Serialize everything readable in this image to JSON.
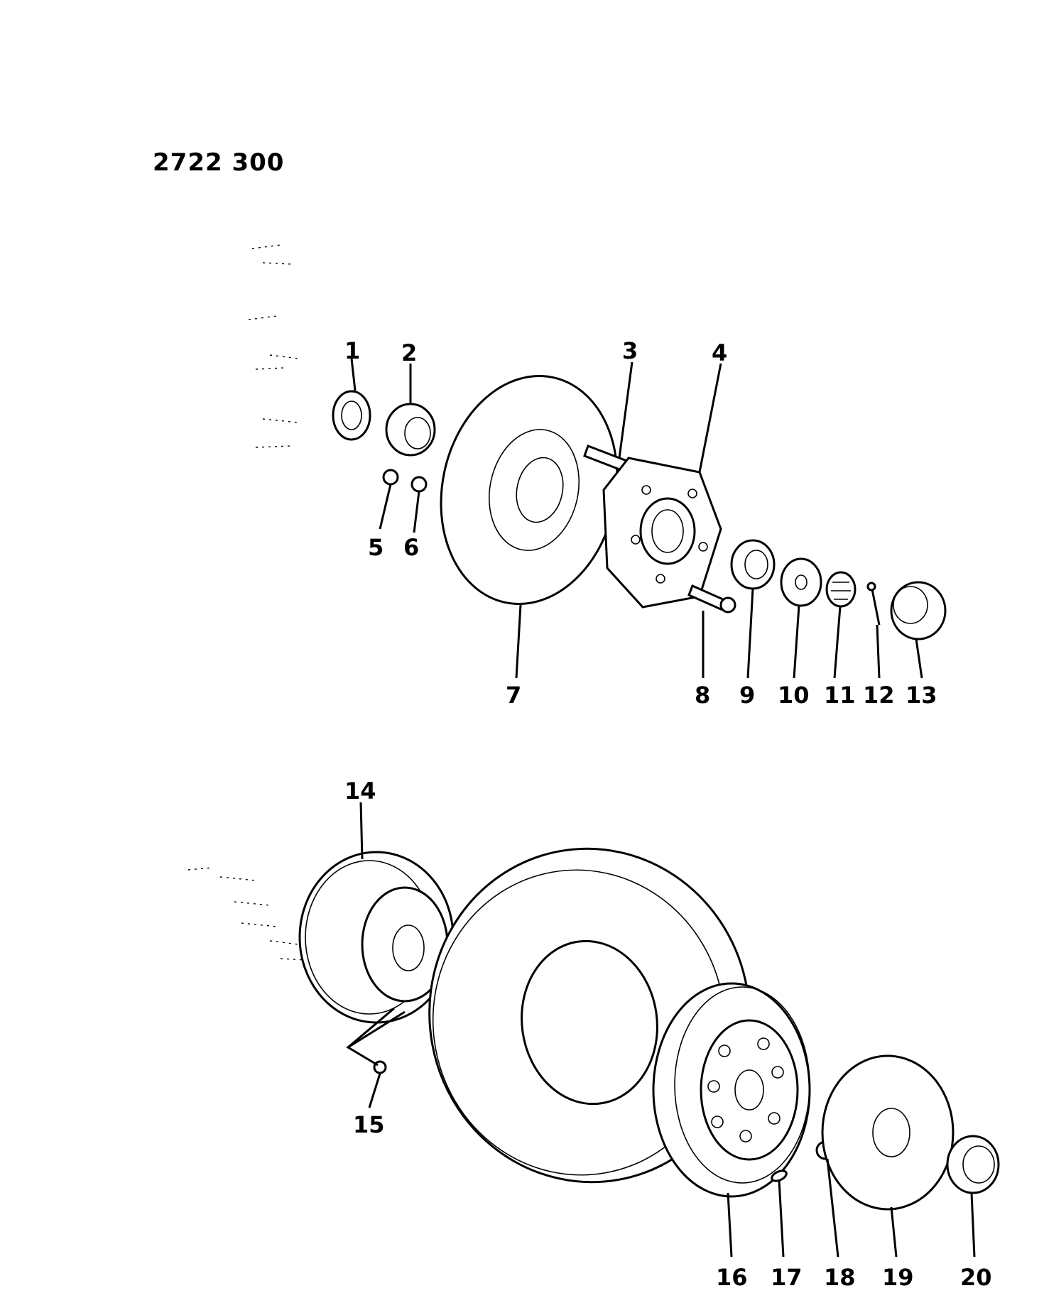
{
  "diagram": {
    "code": "2722 300",
    "callouts": [
      "1",
      "2",
      "3",
      "4",
      "5",
      "6",
      "7",
      "8",
      "9",
      "10",
      "11",
      "12",
      "13",
      "14",
      "15",
      "16",
      "17",
      "18",
      "19",
      "20"
    ]
  },
  "colors": {
    "ink": "#000000",
    "paper": "#ffffff"
  }
}
